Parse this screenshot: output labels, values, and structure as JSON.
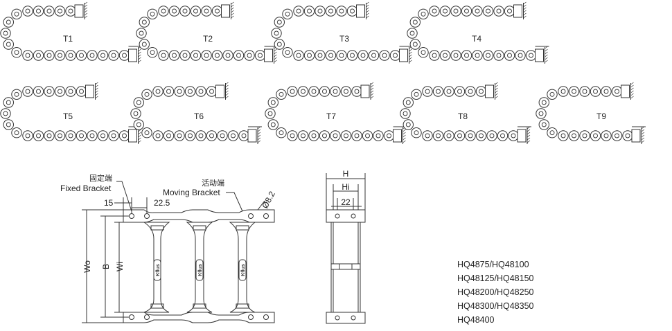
{
  "chains": [
    {
      "label": "T1"
    },
    {
      "label": "T2"
    },
    {
      "label": "T3"
    },
    {
      "label": "T4"
    },
    {
      "label": "T5"
    },
    {
      "label": "T6"
    },
    {
      "label": "T7"
    },
    {
      "label": "T8"
    },
    {
      "label": "T9"
    }
  ],
  "plan": {
    "fixed_cn": "固定端",
    "fixed_en": "Fixed Bracket",
    "moving_cn": "活动端",
    "moving_en": "Moving Bracket",
    "dim_15": "15",
    "dim_225": "22.5",
    "dim_hole": "Ø8.2",
    "dim_wo": "Wo",
    "dim_b": "B",
    "dim_wi": "Wi",
    "brand": "Kflus"
  },
  "side": {
    "dim_h": "H",
    "dim_hi": "Hi",
    "dim_22": "22"
  },
  "models": [
    "HQ4875/HQ48100",
    "HQ48125/HQ48150",
    "HQ48200/HQ48250",
    "HQ48300/HQ48350",
    "HQ48400"
  ]
}
